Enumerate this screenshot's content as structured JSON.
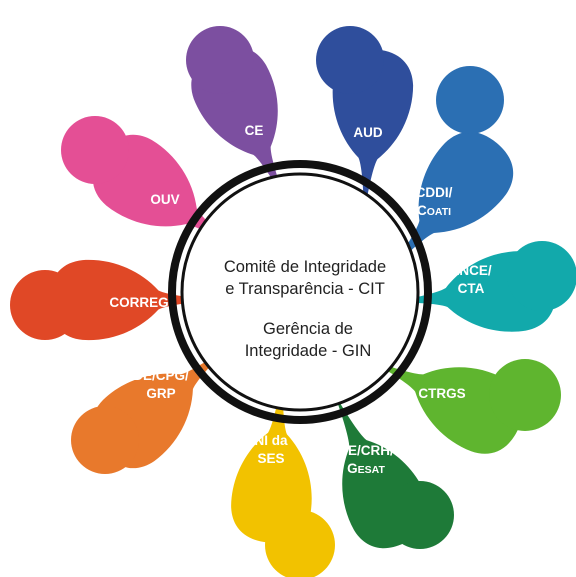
{
  "center": {
    "line1": "Comitê de Integridade",
    "line2": "e Transparência - CIT",
    "line3": "Gerência de",
    "line4": "Integridade - GIN"
  },
  "figures": [
    {
      "id": "aud",
      "label1": "AUD",
      "color": "#2f4e9c"
    },
    {
      "id": "cddi",
      "label1": "CDDI/",
      "label2_cap": "C",
      "label2_sc": "OATI",
      "color": "#2b6fb3"
    },
    {
      "id": "ence",
      "label1": "ENCE/",
      "label2": "CTA",
      "color": "#12a9ab"
    },
    {
      "id": "ctrgs",
      "label1": "CTRGS",
      "color": "#5fb52f"
    },
    {
      "id": "decrh",
      "label1": "DE/CRH/",
      "label2_cap": "G",
      "label2_sc": "ESAT",
      "color": "#1e7a38"
    },
    {
      "id": "ni",
      "label1": "NI da",
      "label2": "SES",
      "color": "#f2c200"
    },
    {
      "id": "decpg",
      "label1": "DE/CPG/",
      "label2": "GRP",
      "color": "#e8792c"
    },
    {
      "id": "correg",
      "label1": "CORREG",
      "color": "#e04826"
    },
    {
      "id": "ouv",
      "label1": "OUV",
      "color": "#e44f95"
    },
    {
      "id": "ce",
      "label1": "CE",
      "color": "#7c4fa0"
    }
  ]
}
